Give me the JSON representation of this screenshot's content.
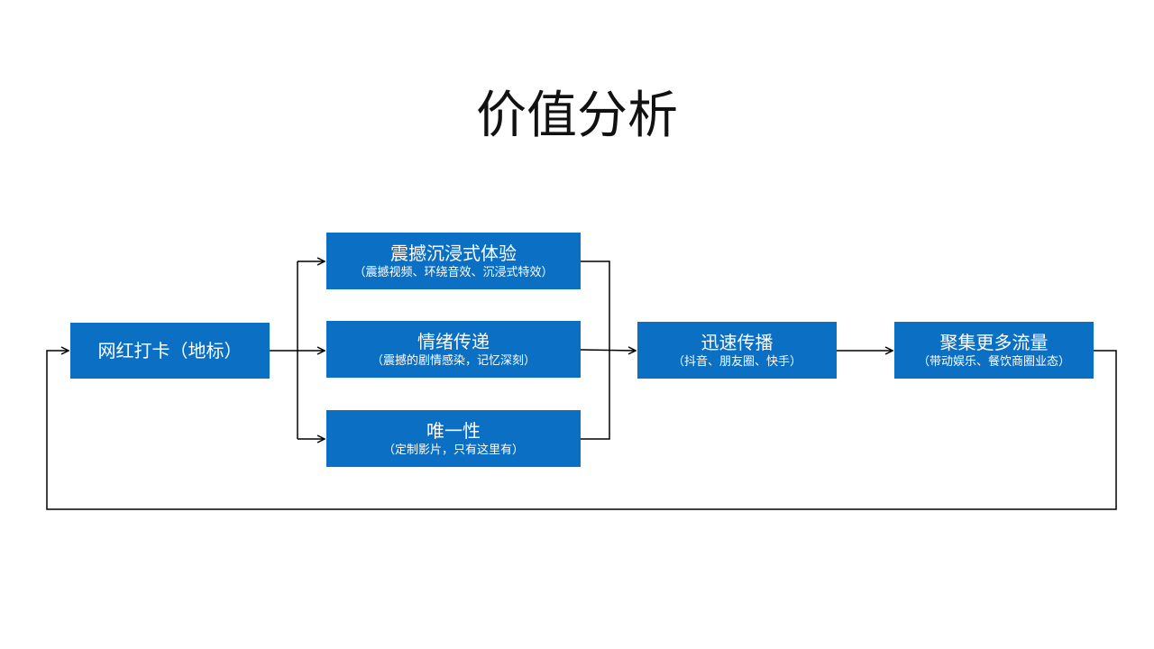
{
  "title": "价值分析",
  "nodes": {
    "source": {
      "label": "网红打卡（地标）"
    },
    "experience": {
      "label": "震撼沉浸式体验",
      "detail": "（震撼视频、环绕音效、沉浸式特效）"
    },
    "emotion": {
      "label": "情绪传递",
      "detail": "（震撼的剧情感染，记忆深刻）"
    },
    "unique": {
      "label": "唯一性",
      "detail": "（定制影片，只有这里有）"
    },
    "spread": {
      "label": "迅速传播",
      "detail": "（抖音、朋友圈、快手）"
    },
    "traffic": {
      "label": "聚集更多流量",
      "detail": "（带动娱乐、餐饮商圈业态）"
    }
  },
  "colors": {
    "box": "#0b6fc4",
    "line": "#000000"
  }
}
